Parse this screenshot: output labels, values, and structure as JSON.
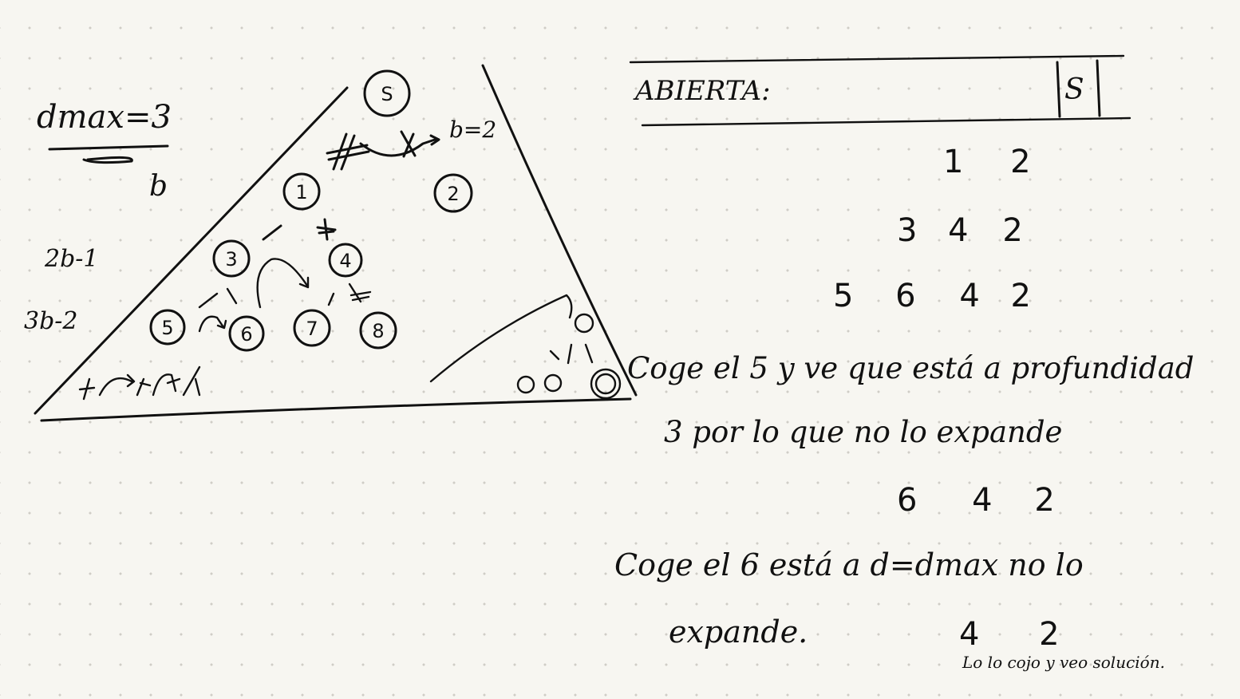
{
  "colors": {
    "ink": "#111111",
    "start_node": "#2e7a3c",
    "goal_node": "#d63a2e",
    "paper": "#f7f6f1",
    "dot_grid": "#cfcdc6"
  },
  "left": {
    "dmax_label": "dmax=3",
    "b_label": "b",
    "level2_label": "2b-1",
    "level3_label": "3b-2",
    "branch_label": "b=2"
  },
  "tree": {
    "nodes": [
      {
        "id": "S",
        "label": "S",
        "status": "start"
      },
      {
        "id": "1",
        "label": "1",
        "status": "normal"
      },
      {
        "id": "2",
        "label": "2",
        "status": "normal"
      },
      {
        "id": "3",
        "label": "3",
        "status": "normal"
      },
      {
        "id": "4",
        "label": "4",
        "status": "normal"
      },
      {
        "id": "5",
        "label": "5",
        "status": "normal"
      },
      {
        "id": "6",
        "label": "6",
        "status": "normal"
      },
      {
        "id": "7",
        "label": "7",
        "status": "normal"
      },
      {
        "id": "8",
        "label": "8",
        "status": "goal"
      }
    ]
  },
  "abierta": {
    "header": "ABIERTA:",
    "initial_cell": "S",
    "rows": [
      {
        "items": [
          "1",
          "2"
        ]
      },
      {
        "items": [
          "3",
          "4",
          "2"
        ]
      },
      {
        "items": [
          "5",
          "6",
          "4",
          "2"
        ]
      }
    ],
    "note1_line1": "Coge el 5 y ve que está a profundidad",
    "note1_line2": "3 por lo que no lo expande",
    "row4": {
      "items": [
        "6",
        "4",
        "2"
      ]
    },
    "note2_line1": "Coge el 6 está a d=dmax no lo",
    "note2_line2": "expande.",
    "row5": {
      "items": [
        "4",
        "2"
      ]
    },
    "final_note": "Lo lo cojo y veo solución."
  }
}
